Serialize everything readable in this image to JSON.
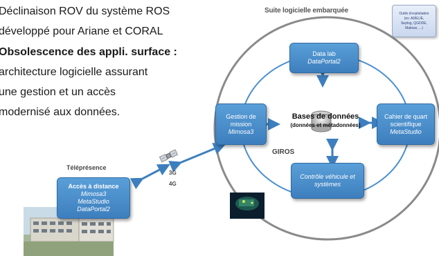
{
  "left_text": {
    "line1": "Déclinaison ROV du système ROS",
    "line2": "développé pour Ariane et CORAL",
    "line3": "Obsolescence des appli. surface :",
    "line4": "architecture logicielle assurant",
    "line5": "une gestion et un accès",
    "line6": "modernisé aux données."
  },
  "suite_label": "Suite logicielle embarquée",
  "outils": {
    "line1": "Outils d'exploitation",
    "line2": "(ex: ADELIE,",
    "line3": "Seplog, QGDDE,",
    "line4": "Matisse, ...)"
  },
  "boxes": {
    "datalab": {
      "title": "Data lab",
      "sub": "DataPortal2"
    },
    "gestion": {
      "title1": "Gestion de",
      "title2": "mission",
      "sub": "Mimosa3"
    },
    "cahier": {
      "title1": "Cahier de quart",
      "title2": "scientifique",
      "sub": "MetaStudio"
    },
    "controle": {
      "title1": "Contrôle véhicule et",
      "title2": "systèmes"
    },
    "acces": {
      "title": "Accès à distance",
      "sub1": "Mimosa3",
      "sub2": "MetaStudio",
      "sub3": "DataPortal2"
    }
  },
  "bases": {
    "title": "Bases de données",
    "sub": "(données et métadonnées)"
  },
  "giros": "GIROS",
  "telepresence": "Téléprésence",
  "net": {
    "g3": "3G",
    "g4": "4G"
  },
  "colors": {
    "box": "#4a8fcf",
    "arrow": "#3d7fbe",
    "circle": "#8a8a8a"
  }
}
